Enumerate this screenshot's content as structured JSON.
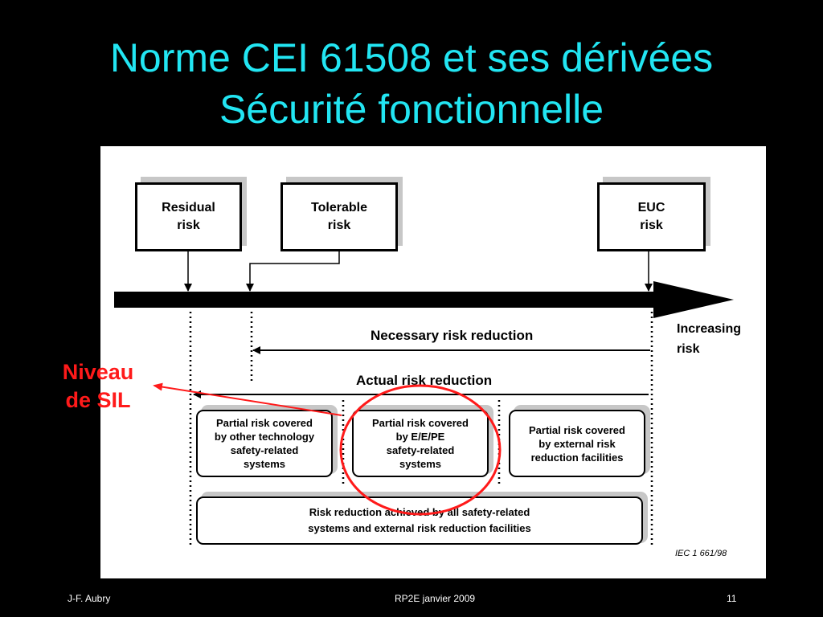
{
  "title": {
    "line1": "Norme CEI 61508 et ses dérivées",
    "line2": "Sécurité fonctionnelle"
  },
  "diagram": {
    "residual_risk": {
      "line1": "Residual",
      "line2": "risk"
    },
    "tolerable_risk": {
      "line1": "Tolerable",
      "line2": "risk"
    },
    "euc_risk": {
      "line1": "EUC",
      "line2": "risk"
    },
    "increasing_risk": {
      "line1": "Increasing",
      "line2": "risk"
    },
    "necessary_risk_reduction": "Necessary risk reduction",
    "actual_risk_reduction": "Actual risk reduction",
    "partial_other": [
      "Partial risk covered",
      "by other technology",
      "safety-related",
      "systems"
    ],
    "partial_eepe": [
      "Partial risk covered",
      "by E/E/PE",
      "safety-related",
      "systems"
    ],
    "partial_external": [
      "Partial risk covered",
      "by external risk",
      "reduction facilities"
    ],
    "achieved": [
      "Risk reduction achieved by all safety-related",
      "systems and external risk reduction facilities"
    ],
    "reference": "IEC   1 661/98"
  },
  "annotation": {
    "line1": "Niveau",
    "line2": "de SIL",
    "color": "#ff1a1a"
  },
  "footer": {
    "author": "J-F. Aubry",
    "event": "RP2E janvier 2009",
    "page": "11"
  },
  "colors": {
    "title": "#22e5f2",
    "background": "#000000",
    "panel": "#ffffff"
  }
}
